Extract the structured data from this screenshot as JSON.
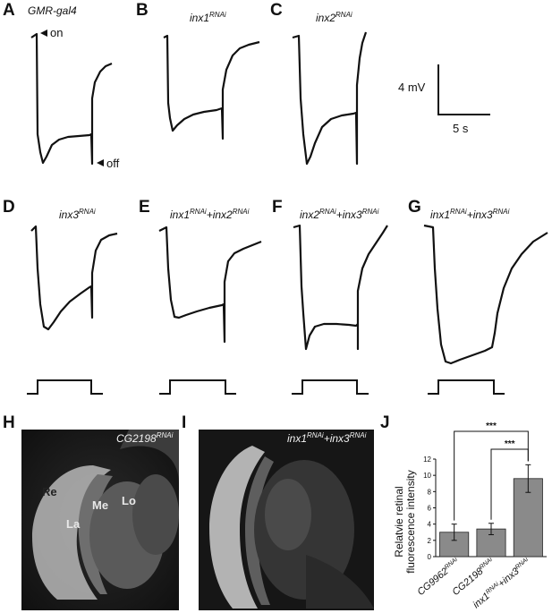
{
  "panels": {
    "A": {
      "letter": "A",
      "title": "GMR-gal4",
      "sup": "",
      "on_label": "on",
      "off_label": "off"
    },
    "B": {
      "letter": "B",
      "title": "inx1",
      "sup": "RNAi"
    },
    "C": {
      "letter": "C",
      "title": "inx2",
      "sup": "RNAi"
    },
    "D": {
      "letter": "D",
      "title": "inx3",
      "sup": "RNAi"
    },
    "E": {
      "letter": "E",
      "title1": "inx1",
      "sup1": "RNAi",
      "title2": "+inx2",
      "sup2": "RNAi"
    },
    "F": {
      "letter": "F",
      "title1": "inx2",
      "sup1": "RNAi",
      "title2": "+inx3",
      "sup2": "RNAi"
    },
    "G": {
      "letter": "G",
      "title1": "inx1",
      "sup1": "RNAi",
      "title2": "+inx3",
      "sup2": "RNAi"
    },
    "H": {
      "letter": "H",
      "title": "CG2198",
      "sup": "RNAi",
      "regions": {
        "re": "Re",
        "la": "La",
        "me": "Me",
        "lo": "Lo"
      }
    },
    "I": {
      "letter": "I",
      "title1": "inx1",
      "sup1": "RNAi",
      "title2": "+inx3",
      "sup2": "RNAi"
    },
    "J": {
      "letter": "J"
    }
  },
  "scale_bar": {
    "voltage": "4 mV",
    "time": "5 s"
  },
  "bar_colors": {
    "fill": "#8a8a8a",
    "stroke": "#222222"
  },
  "chart_data": {
    "type": "bar",
    "ylabel_line1": "Relatvie retinal",
    "ylabel_line2": "fluorescence intensity",
    "ylim": [
      0,
      12
    ],
    "yticks": [
      "0",
      "2",
      "4",
      "6",
      "8",
      "10",
      "12"
    ],
    "categories": [
      {
        "name": "CG9962",
        "sup": "RNAi"
      },
      {
        "name": "CG2198",
        "sup": "RNAi"
      },
      {
        "name1": "inx1",
        "sup1": "RNAi",
        "name2": "+inx3",
        "sup2": "RNAi"
      }
    ],
    "values": [
      3.0,
      3.4,
      9.6
    ],
    "errors": [
      1.0,
      0.7,
      1.7
    ],
    "significance": [
      {
        "from": 0,
        "to": 2,
        "label": "***"
      },
      {
        "from": 1,
        "to": 2,
        "label": "***"
      }
    ]
  }
}
